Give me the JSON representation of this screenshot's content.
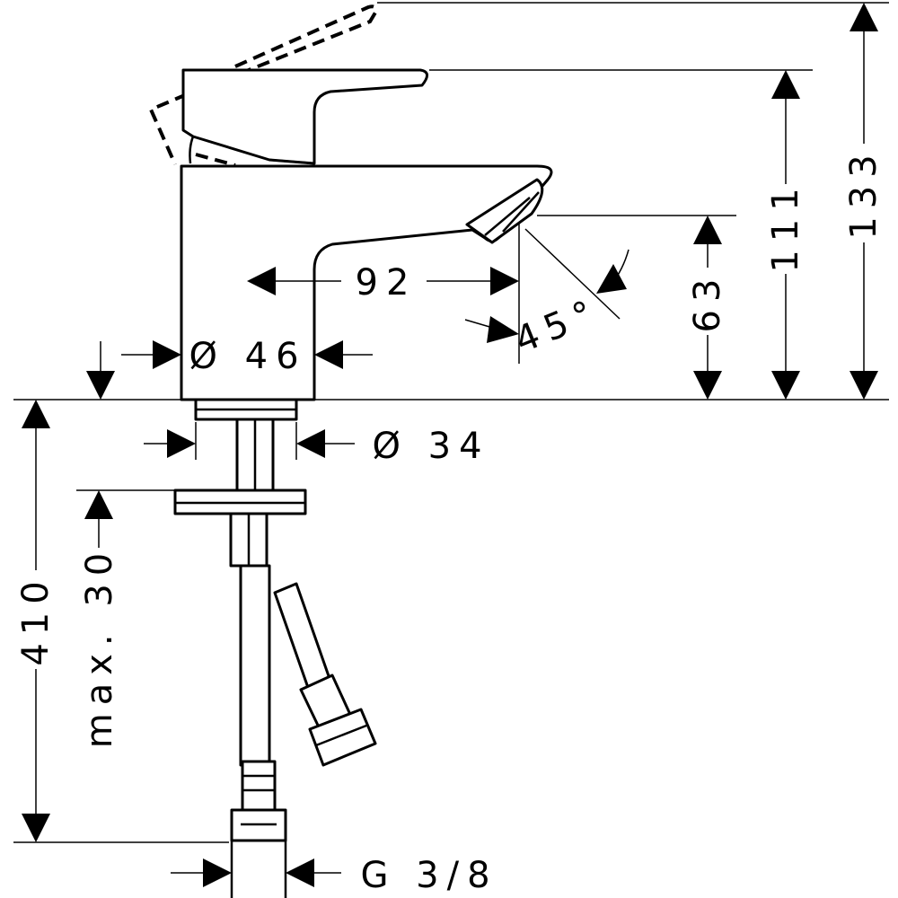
{
  "dimensions": {
    "total_height": "133",
    "lever_height": "111",
    "spout_height": "63",
    "spout_reach": "92",
    "spout_angle": "45°",
    "body_diameter": "Ø 46",
    "shank_diameter": "Ø 34",
    "hose_length": "410",
    "max_counter_thickness": "max. 30",
    "connection_thread": "G 3/8"
  }
}
